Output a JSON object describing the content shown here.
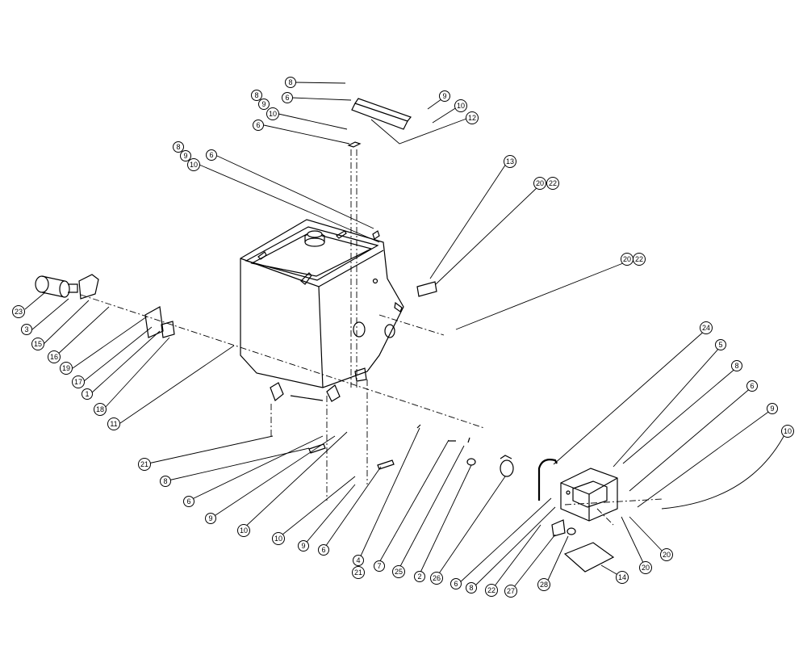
{
  "diagram": {
    "type": "exploded-parts-view",
    "callouts": [
      {
        "id": "c8a",
        "label": "8"
      },
      {
        "id": "c6a",
        "label": "6"
      },
      {
        "id": "c8b",
        "label": "8"
      },
      {
        "id": "c9b",
        "label": "9"
      },
      {
        "id": "c10b",
        "label": "10"
      },
      {
        "id": "c6b",
        "label": "6"
      },
      {
        "id": "c9c",
        "label": "9"
      },
      {
        "id": "c10c",
        "label": "10"
      },
      {
        "id": "c12",
        "label": "12"
      },
      {
        "id": "c8d",
        "label": "8"
      },
      {
        "id": "c9d",
        "label": "9"
      },
      {
        "id": "c10d",
        "label": "10"
      },
      {
        "id": "c6d",
        "label": "6"
      },
      {
        "id": "c13",
        "label": "13"
      },
      {
        "id": "c20a",
        "label": "20"
      },
      {
        "id": "c22a",
        "label": "22"
      },
      {
        "id": "c20b",
        "label": "20"
      },
      {
        "id": "c22b",
        "label": "22"
      },
      {
        "id": "c23",
        "label": "23"
      },
      {
        "id": "c3",
        "label": "3"
      },
      {
        "id": "c15",
        "label": "15"
      },
      {
        "id": "c16",
        "label": "16"
      },
      {
        "id": "c19",
        "label": "19"
      },
      {
        "id": "c17",
        "label": "17"
      },
      {
        "id": "c1",
        "label": "1"
      },
      {
        "id": "c18",
        "label": "18"
      },
      {
        "id": "c11",
        "label": "11"
      },
      {
        "id": "c24",
        "label": "24"
      },
      {
        "id": "c5",
        "label": "5"
      },
      {
        "id": "c8e",
        "label": "8"
      },
      {
        "id": "c6e",
        "label": "6"
      },
      {
        "id": "c9e",
        "label": "9"
      },
      {
        "id": "c10e",
        "label": "10"
      },
      {
        "id": "c21a",
        "label": "21"
      },
      {
        "id": "c8f",
        "label": "8"
      },
      {
        "id": "c6f",
        "label": "6"
      },
      {
        "id": "c9f",
        "label": "9"
      },
      {
        "id": "c10f",
        "label": "10"
      },
      {
        "id": "c10g",
        "label": "10"
      },
      {
        "id": "c9g",
        "label": "9"
      },
      {
        "id": "c6g",
        "label": "6"
      },
      {
        "id": "c4",
        "label": "4"
      },
      {
        "id": "c21b",
        "label": "21"
      },
      {
        "id": "c7",
        "label": "7"
      },
      {
        "id": "c25",
        "label": "25"
      },
      {
        "id": "c2",
        "label": "2"
      },
      {
        "id": "c26",
        "label": "26"
      },
      {
        "id": "c6h",
        "label": "6"
      },
      {
        "id": "c8h",
        "label": "8"
      },
      {
        "id": "c22c",
        "label": "22"
      },
      {
        "id": "c27",
        "label": "27"
      },
      {
        "id": "c28",
        "label": "28"
      },
      {
        "id": "c14",
        "label": "14"
      },
      {
        "id": "c20c",
        "label": "20"
      },
      {
        "id": "c20d",
        "label": "20"
      }
    ]
  }
}
